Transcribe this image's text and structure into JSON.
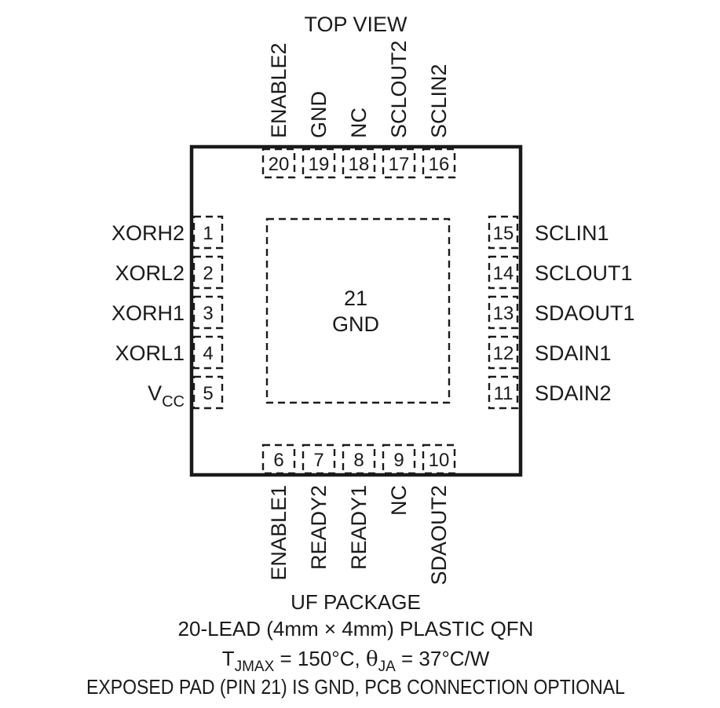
{
  "title": "TOP VIEW",
  "exposed_pad": {
    "number": "21",
    "name": "GND"
  },
  "pins_top": [
    {
      "number": "20",
      "name": "ENABLE2"
    },
    {
      "number": "19",
      "name": "GND"
    },
    {
      "number": "18",
      "name": "NC"
    },
    {
      "number": "17",
      "name": "SCLOUT2"
    },
    {
      "number": "16",
      "name": "SCLIN2"
    }
  ],
  "pins_left": [
    {
      "number": "1",
      "name": "XORH2"
    },
    {
      "number": "2",
      "name": "XORL2"
    },
    {
      "number": "3",
      "name": "XORH1"
    },
    {
      "number": "4",
      "name": "XORL1"
    },
    {
      "number": "5",
      "name": "V",
      "subscript": "CC"
    }
  ],
  "pins_right": [
    {
      "number": "15",
      "name": "SCLIN1"
    },
    {
      "number": "14",
      "name": "SCLOUT1"
    },
    {
      "number": "13",
      "name": "SDAOUT1"
    },
    {
      "number": "12",
      "name": "SDAIN1"
    },
    {
      "number": "11",
      "name": "SDAIN2"
    }
  ],
  "pins_bottom": [
    {
      "number": "6",
      "name": "ENABLE1"
    },
    {
      "number": "7",
      "name": "READY2"
    },
    {
      "number": "8",
      "name": "READY1"
    },
    {
      "number": "9",
      "name": "NC"
    },
    {
      "number": "10",
      "name": "SDAOUT2"
    }
  ],
  "caption": {
    "line1": "UF PACKAGE",
    "line2": "20-LEAD (4mm × 4mm) PLASTIC QFN",
    "line3": {
      "t": "T",
      "tsub": "JMAX",
      "tval": " = 150°C, ",
      "theta": "θ",
      "thetasub": "JA",
      "thetaval": " = 37°C/W"
    },
    "line4": "EXPOSED PAD (PIN 21) IS GND, PCB CONNECTION OPTIONAL"
  }
}
